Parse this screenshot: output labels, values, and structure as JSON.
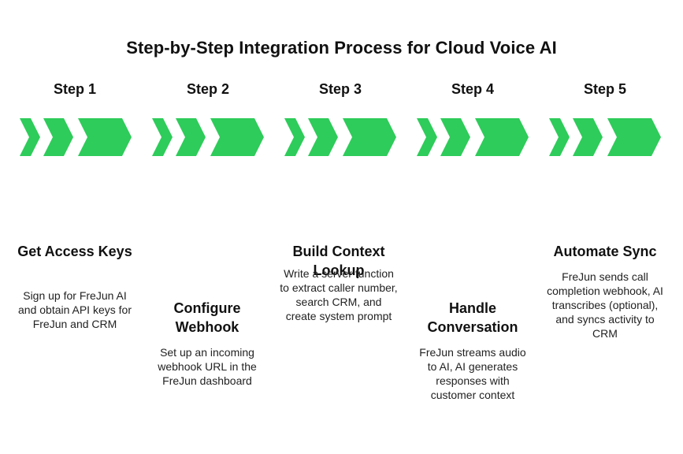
{
  "title": "Step-by-Step Integration Process for Cloud Voice AI",
  "accent_color": "#2ecc5a",
  "steps": [
    {
      "label": "Step 1",
      "heading": "Get Access Keys",
      "description": "Sign up for FreJun AI and obtain API keys for FreJun and CRM"
    },
    {
      "label": "Step 2",
      "heading": "Configure Webhook",
      "description": "Set up an incoming webhook URL in the FreJun dashboard"
    },
    {
      "label": "Step 3",
      "heading": "Build Context Lookup",
      "description": "Write a server function to extract caller number, search CRM, and create system prompt"
    },
    {
      "label": "Step 4",
      "heading": "Handle Conversation",
      "description": "FreJun streams audio to AI, AI generates responses with customer context"
    },
    {
      "label": "Step 5",
      "heading": "Automate Sync",
      "description": "FreJun sends call completion webhook, AI transcribes (optional), and syncs activity to CRM"
    }
  ]
}
